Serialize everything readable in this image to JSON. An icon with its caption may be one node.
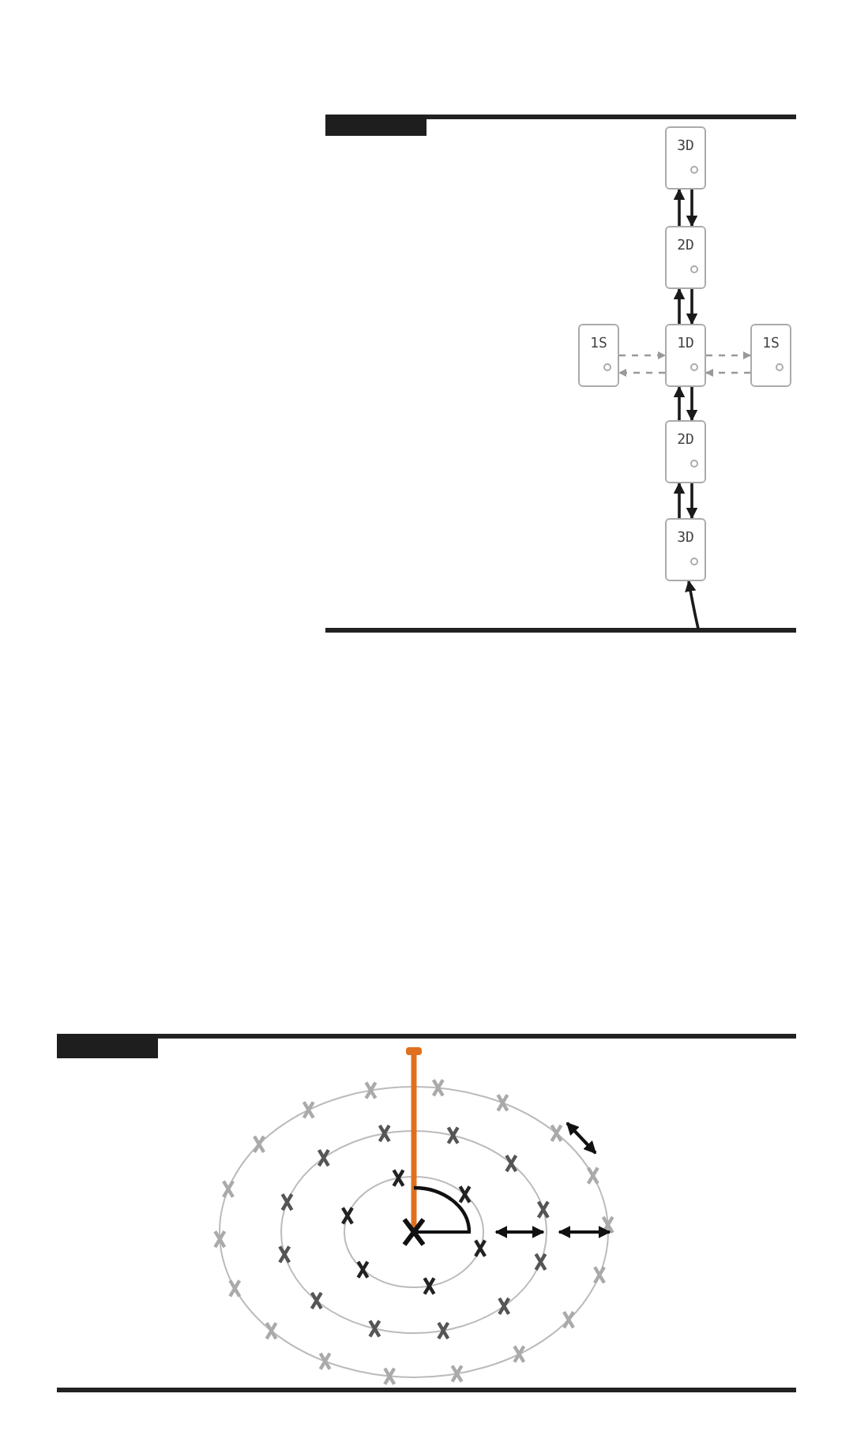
{
  "diagram": {
    "nodes": [
      {
        "text": [
          "3D"
        ]
      },
      {
        "text": [
          "2D"
        ]
      },
      {
        "text": [
          "1S"
        ]
      },
      {
        "text": [
          "1D"
        ]
      },
      {
        "text": [
          "1S"
        ]
      },
      {
        "text": [
          "2D"
        ]
      },
      {
        "text": [
          "3D"
        ]
      }
    ],
    "edges": [
      {
        "from": 1,
        "to": 0,
        "arrow": "to"
      },
      {
        "from": 0,
        "to": 1,
        "arrow": "to"
      },
      {
        "from": 3,
        "to": 1,
        "arrow": "to"
      },
      {
        "from": 1,
        "to": 3,
        "arrow": "to"
      },
      {
        "from": 2,
        "to": 3,
        "arrow": "to",
        "style": "dashed",
        "color": "#999999"
      },
      {
        "from": 3,
        "to": 2,
        "arrow": "to",
        "style": "dashed",
        "color": "#999999"
      },
      {
        "from": 3,
        "to": 4,
        "arrow": "to",
        "style": "dashed",
        "color": "#999999"
      },
      {
        "from": 4,
        "to": 3,
        "arrow": "to",
        "style": "dashed",
        "color": "#999999"
      },
      {
        "from": 5,
        "to": 3,
        "arrow": "to"
      },
      {
        "from": 3,
        "to": 5,
        "arrow": "to"
      },
      {
        "from": 6,
        "to": 5,
        "arrow": "to"
      },
      {
        "from": 5,
        "to": 6,
        "arrow": "to"
      },
      {
        "from": null,
        "to": 6,
        "arrow": "to"
      }
    ]
  }
}
